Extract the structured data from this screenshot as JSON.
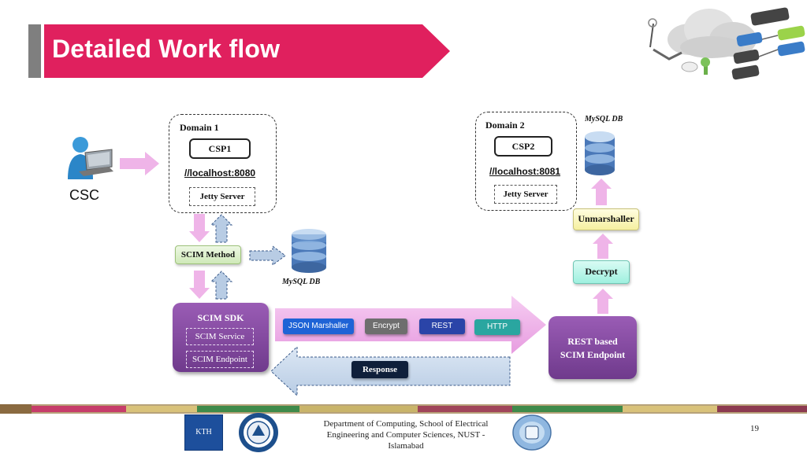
{
  "title": "Detailed Work flow",
  "csc_label": "CSC",
  "domain1": {
    "label": "Domain 1",
    "csp": "CSP1",
    "url": "//localhost:8080",
    "server": "Jetty Server"
  },
  "domain2": {
    "label": "Domain 2",
    "csp": "CSP2",
    "url": "//localhost:8081",
    "server": "Jetty Server"
  },
  "scim_method": "SCIM Method",
  "db_label_left": "MySQL DB",
  "db_label_right": "MySQL DB",
  "scim_sdk": {
    "title": "SCIM SDK",
    "service": "SCIM Service",
    "endpoint": "SCIM Endpoint"
  },
  "pipeline": [
    {
      "label": "JSON Marshaller",
      "color": "#1e63d6"
    },
    {
      "label": "Encrypt",
      "color": "#6e6e6e"
    },
    {
      "label": "REST",
      "color": "#2a44a8"
    },
    {
      "label": "HTTP",
      "color": "#2aa6a0"
    }
  ],
  "response": "Response",
  "rest_endpoint": {
    "line1": "REST based",
    "line2": "SCIM Endpoint"
  },
  "unmarshaller": "Unmarshaller",
  "decrypt": "Decrypt",
  "footer": {
    "line1": "Department of Computing, School of Electrical",
    "line2": "Engineering and Computer Sciences, NUST -",
    "line3": "Islamabad",
    "page_number": "19",
    "logo_kth": "KTH"
  },
  "colors": {
    "banner": "#e0205e",
    "arrow_pink": "#efb4e8",
    "arrow_blue": "#b8cce4",
    "purple": "#7b4597"
  }
}
